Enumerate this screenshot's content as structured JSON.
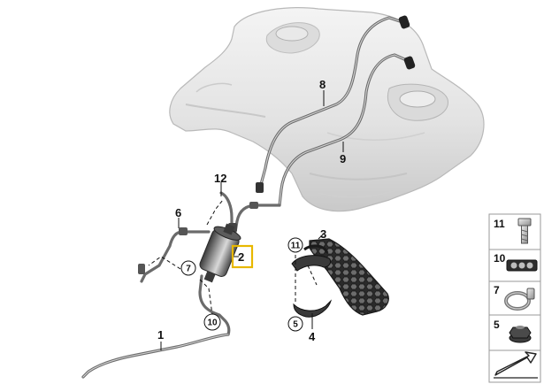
{
  "callouts": {
    "c1": "1",
    "c2": "2",
    "c3": "3",
    "c4": "4",
    "c5": "5",
    "c6": "6",
    "c7": "7",
    "c8": "8",
    "c9": "9",
    "c10": "10",
    "c11": "11",
    "c12": "12"
  },
  "legend": {
    "items": [
      {
        "label": "11",
        "icon": "bolt-icon"
      },
      {
        "label": "10",
        "icon": "pipe-clip-icon"
      },
      {
        "label": "7",
        "icon": "hose-clamp-icon"
      },
      {
        "label": "5",
        "icon": "flange-nut-icon"
      }
    ],
    "footer_icon": "arrow-icon"
  },
  "colors": {
    "highlight": "#e8b800",
    "tank": "#e6e6e6",
    "pipe": "#6b6b6b",
    "bracket": "#333333"
  }
}
